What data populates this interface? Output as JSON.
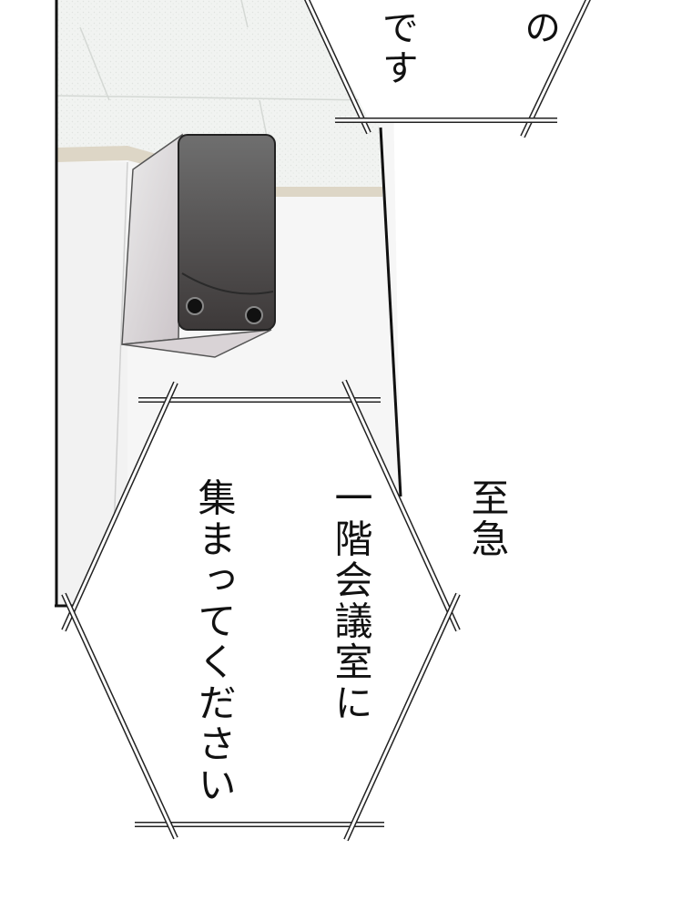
{
  "scene": {
    "description_free": true
  },
  "speech_bubbles": [
    {
      "lines": [
        "の",
        "です"
      ],
      "role": "top-bubble"
    },
    {
      "lines": [
        "至急",
        "一階会議室に",
        "集まってください"
      ],
      "role": "main-bubble"
    }
  ],
  "colors": {
    "panel_border": "#111111",
    "ceiling": "#eef1ef",
    "wall": "#f4f4f4",
    "speaker_body": "#e7e4e6",
    "speaker_front": "#5b5a5a",
    "bubble_stroke": "#222222"
  }
}
